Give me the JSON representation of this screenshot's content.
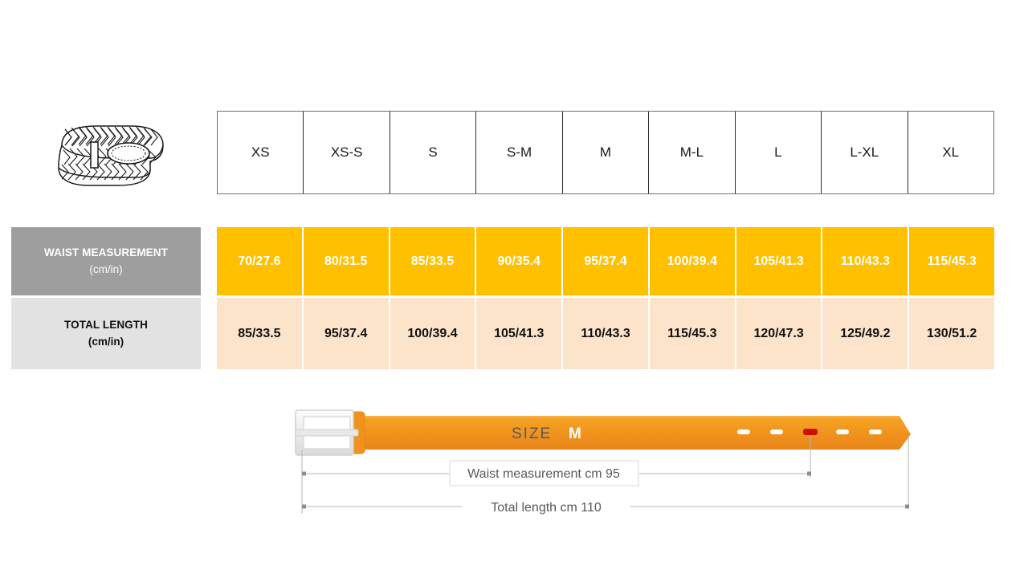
{
  "product": {
    "icon": "woven-belt-icon",
    "type": "belt-size-chart"
  },
  "table": {
    "sizes": [
      "XS",
      "XS-S",
      "S",
      "S-M",
      "M",
      "M-L",
      "L",
      "L-XL",
      "XL"
    ],
    "rows": [
      {
        "label_line1": "WAIST MEASUREMENT",
        "label_line2": "(cm/in)",
        "values": [
          "70/27.6",
          "80/31.5",
          "85/33.5",
          "90/35.4",
          "95/37.4",
          "100/39.4",
          "105/41.3",
          "110/43.3",
          "115/45.3"
        ]
      },
      {
        "label_line1": "TOTAL LENGTH",
        "label_line2": "(cm/in)",
        "values": [
          "85/33.5",
          "95/37.4",
          "100/39.4",
          "105/41.3",
          "110/43.3",
          "115/45.3",
          "120/47.3",
          "125/49.2",
          "130/51.2"
        ]
      }
    ]
  },
  "diagram": {
    "size_prefix": "SIZE",
    "size_value": "M",
    "waist_label": "Waist measurement cm 95",
    "length_label": "Total length cm 110",
    "hole_count": 5,
    "active_hole_index": 2
  },
  "colors": {
    "waist_row_bg": "#ffc000",
    "length_row_bg": "#fce4cb",
    "waist_label_bg": "#9e9e9e",
    "length_label_bg": "#e2e2e2",
    "belt_body": "#f0921e",
    "belt_highlight": "#f5a623",
    "active_hole": "#cc1100",
    "buckle": "#e8e8e8",
    "dimension_line": "#b0b4b7"
  }
}
